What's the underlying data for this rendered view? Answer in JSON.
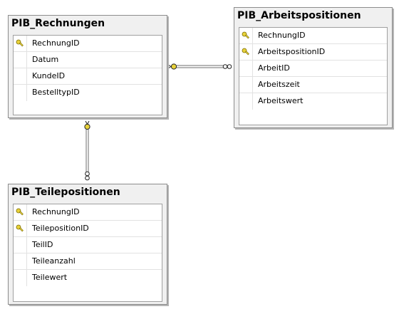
{
  "tables": {
    "rechnungen": {
      "title": "PIB_Rechnungen",
      "columns": [
        {
          "name": "RechnungID",
          "key": true
        },
        {
          "name": "Datum",
          "key": false
        },
        {
          "name": "KundeID",
          "key": false
        },
        {
          "name": "BestelltypID",
          "key": false
        }
      ]
    },
    "arbeitspositionen": {
      "title": "PIB_Arbeitspositionen",
      "columns": [
        {
          "name": "RechnungID",
          "key": true
        },
        {
          "name": "ArbeitspositionID",
          "key": true
        },
        {
          "name": "ArbeitID",
          "key": false
        },
        {
          "name": "Arbeitszeit",
          "key": false
        },
        {
          "name": "Arbeitswert",
          "key": false
        }
      ]
    },
    "teilepositionen": {
      "title": "PIB_Teilepositionen",
      "columns": [
        {
          "name": "RechnungID",
          "key": true
        },
        {
          "name": "TeilepositionID",
          "key": true
        },
        {
          "name": "TeilID",
          "key": false
        },
        {
          "name": "Teileanzahl",
          "key": false
        },
        {
          "name": "Teilewert",
          "key": false
        }
      ]
    }
  },
  "colors": {
    "key_icon": "#e8d23a",
    "connector": "#6e6e6e"
  },
  "icons": {
    "primary_key": "key-icon",
    "one_end": "one-end-key-icon",
    "many_end": "many-end-infinity-icon"
  }
}
